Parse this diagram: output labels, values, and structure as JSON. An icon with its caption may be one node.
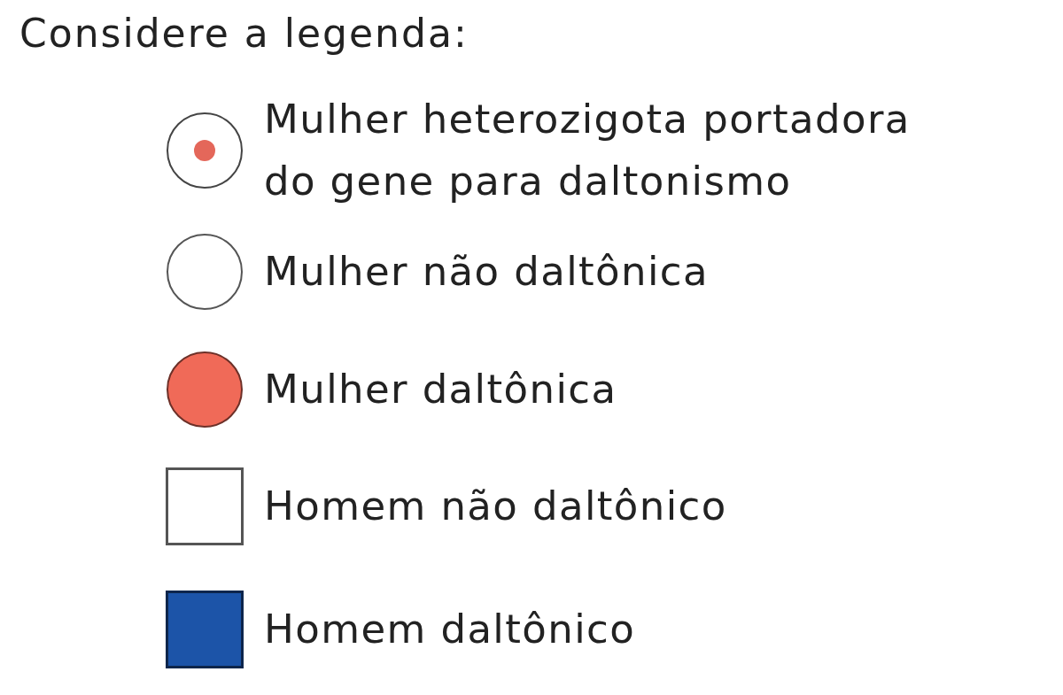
{
  "diagram": {
    "title": "Considere a legenda:",
    "legend": [
      {
        "text": "Mulher heterozigota portadora do gene para daltonismo",
        "color": "#e4675a"
      },
      {
        "text": "Mulher não daltônica"
      },
      {
        "text": "Mulher daltônica",
        "color": "#f06a58"
      },
      {
        "text": "Homem não daltônico"
      },
      {
        "text": "Homem daltônico",
        "color": "#1c54a8"
      }
    ]
  }
}
